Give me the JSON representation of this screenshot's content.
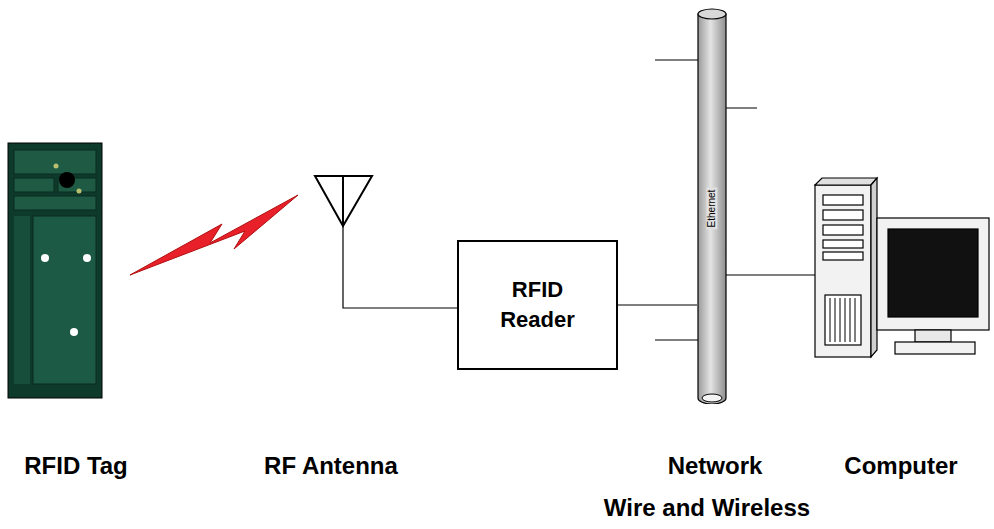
{
  "diagram": {
    "nodes": [
      {
        "text": [
          "RFID Reader"
        ]
      },
      {
        "text": [
          "Ethernet"
        ]
      }
    ],
    "edges": [
      {
        "from": 0,
        "to": 1,
        "arrow": "none"
      }
    ],
    "labels": [
      "RFID Tag",
      "RF Antenna",
      "Network",
      "Computer",
      "Wire and Wireless"
    ]
  }
}
